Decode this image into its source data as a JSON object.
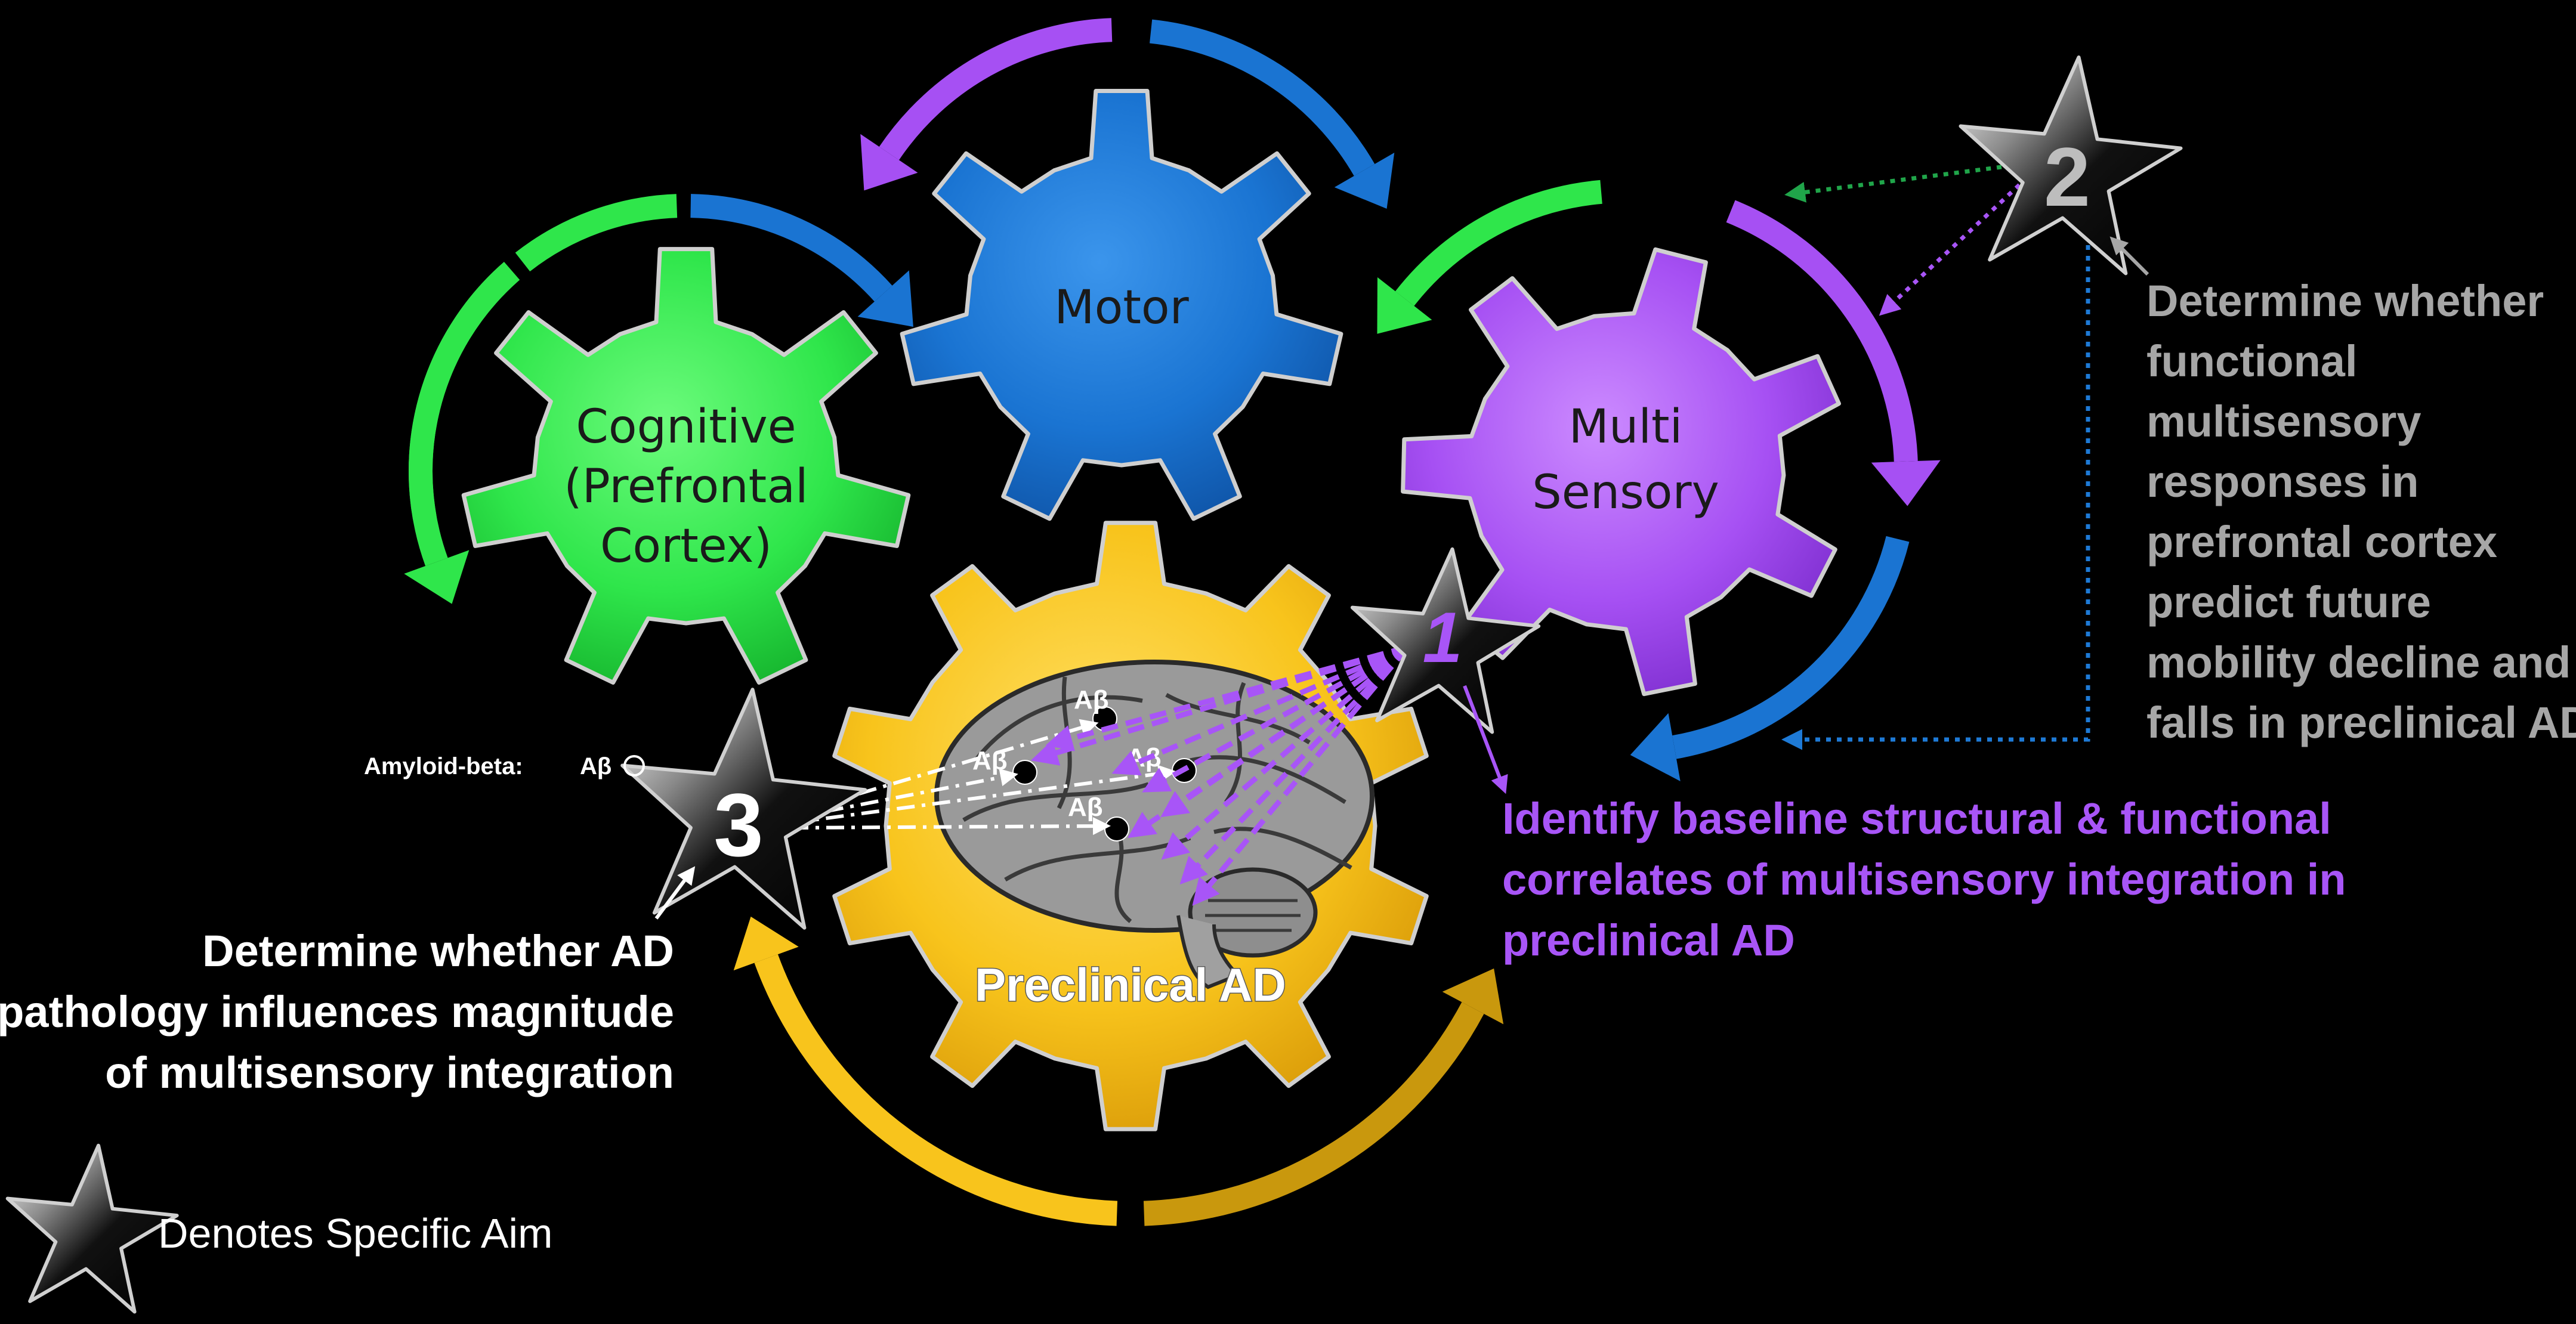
{
  "gears": {
    "motor": "Motor",
    "cognitive": [
      "Cognitive",
      "(Prefrontal",
      "Cortex)"
    ],
    "multisensory": [
      "Multi",
      "Sensory"
    ],
    "preclinical": "Preclinical AD"
  },
  "amyloid": {
    "label": "Amyloid-beta:",
    "symbol": "Aβ",
    "marker_labels": [
      "Aβ",
      "Aβ",
      "Aβ",
      "Aβ"
    ]
  },
  "aims": {
    "aim1": {
      "number": "1",
      "lines": [
        "Identify baseline structural & functional",
        "correlates of multisensory integration in",
        "preclinical AD"
      ]
    },
    "aim2": {
      "number": "2",
      "lines": [
        "Determine whether",
        "functional",
        "multisensory",
        "responses in",
        "prefrontal cortex",
        "predict future",
        "mobility decline and",
        "falls in preclinical AD"
      ]
    },
    "aim3": {
      "number": "3",
      "lines": [
        "Determine whether AD",
        "pathology influences magnitude",
        "of multisensory integration"
      ]
    }
  },
  "legend": {
    "label": "Denotes Specific Aim"
  },
  "colors": {
    "background": "#000000",
    "cognitive": "#2ee84a",
    "motor": "#1a73d1",
    "multisensory": "#a54ef2",
    "preclinical": "#f7c21b",
    "aim1_text": "#a855f7",
    "aim2_text": "#a6a6a6",
    "aim3_text": "#ffffff"
  }
}
